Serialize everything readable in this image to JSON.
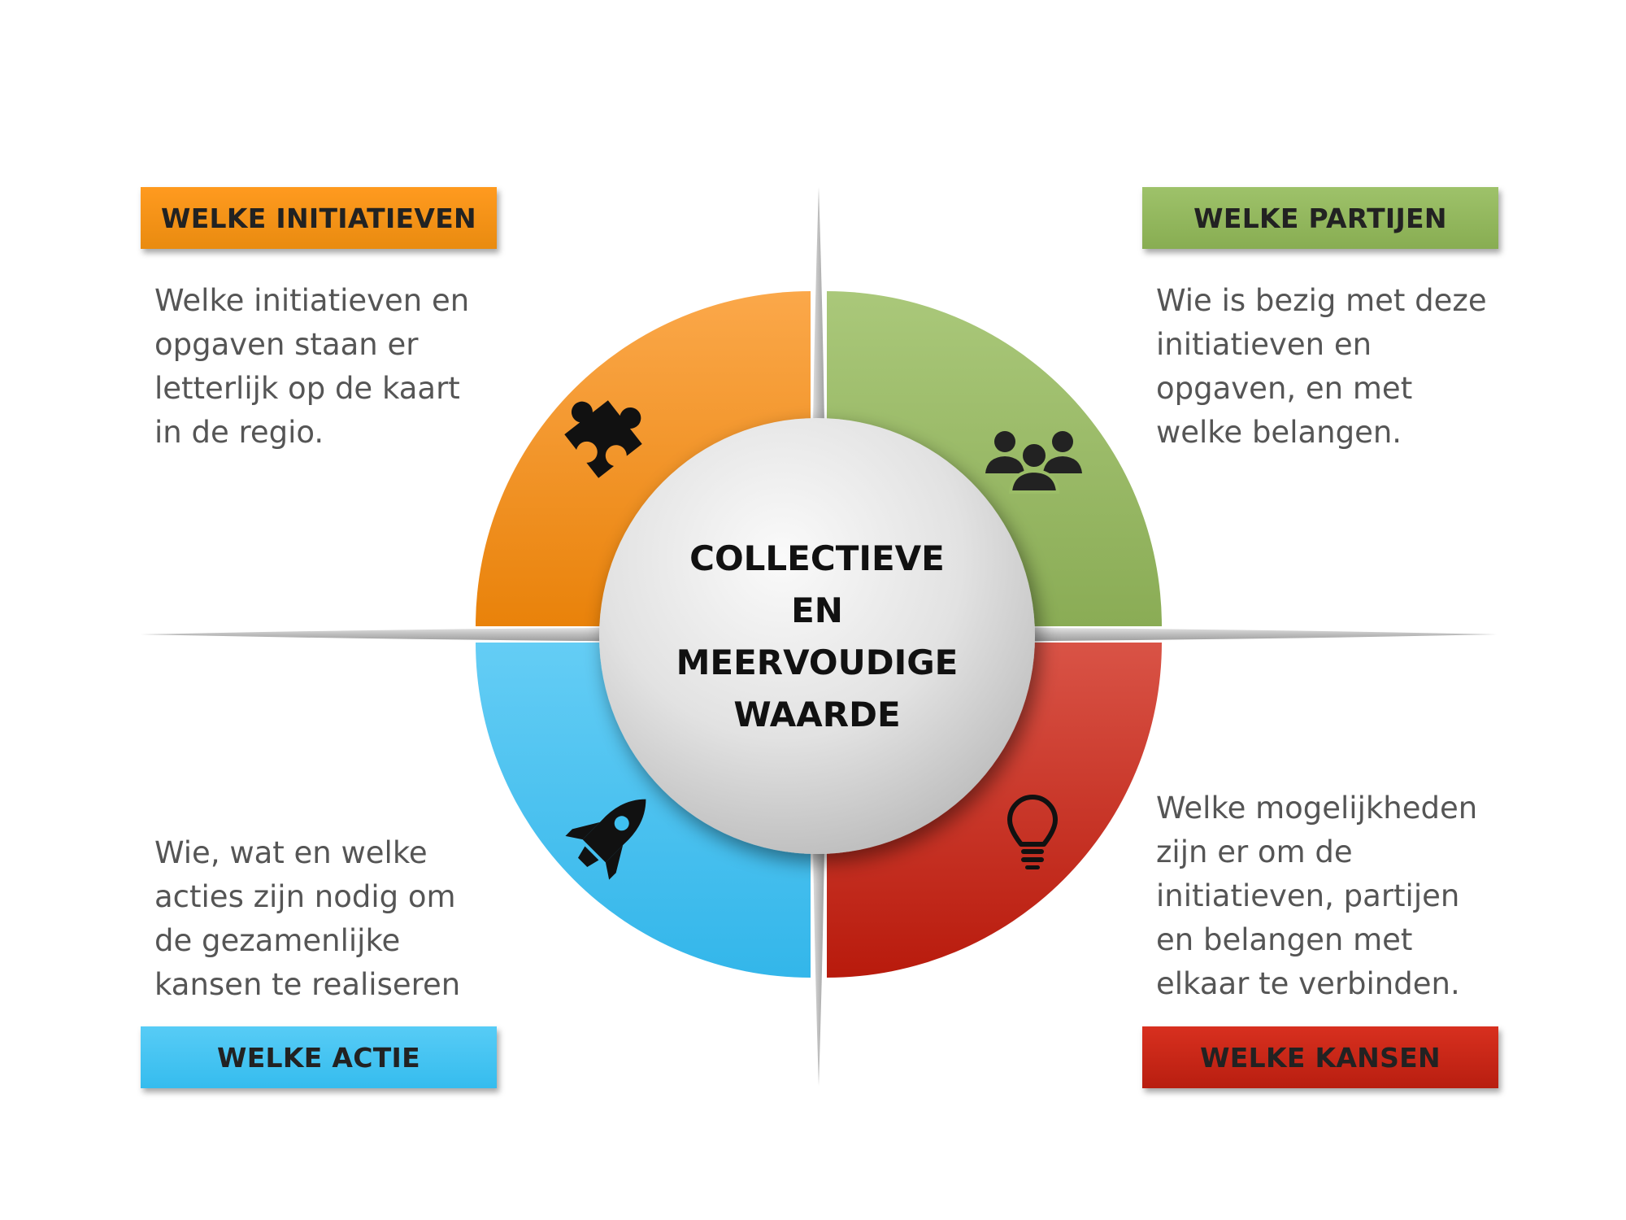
{
  "center": {
    "lines": [
      "COLLECTIEVE",
      "EN",
      "MEERVOUDIGE",
      "WAARDE"
    ]
  },
  "quadrants": {
    "top_left": {
      "label": "WELKE INITIATIEVEN",
      "description": "Welke initiatieven en\nopgaven staan er\nletterlijk op de kaart\nin de regio.",
      "icon": "puzzle-icon",
      "color": "#f08c17"
    },
    "top_right": {
      "label": "WELKE PARTIJEN",
      "description": "Wie is bezig met deze\ninitiatieven en\nopgaven, en met\nwelke belangen.",
      "icon": "people-group-icon",
      "color": "#9bbd67"
    },
    "bottom_left": {
      "label": "WELKE ACTIE",
      "description": "Wie, wat en welke\nacties zijn nodig om\nde gezamenlijke\nkansen te realiseren",
      "icon": "rocket-icon",
      "color": "#3fc0f0"
    },
    "bottom_right": {
      "label": "WELKE KANSEN",
      "description": "Welke mogelijkheden\nzijn er om de\ninitiatieven, partijen\nen belangen met\nelkaar te verbinden.",
      "icon": "lightbulb-icon",
      "color": "#c8281a"
    }
  }
}
